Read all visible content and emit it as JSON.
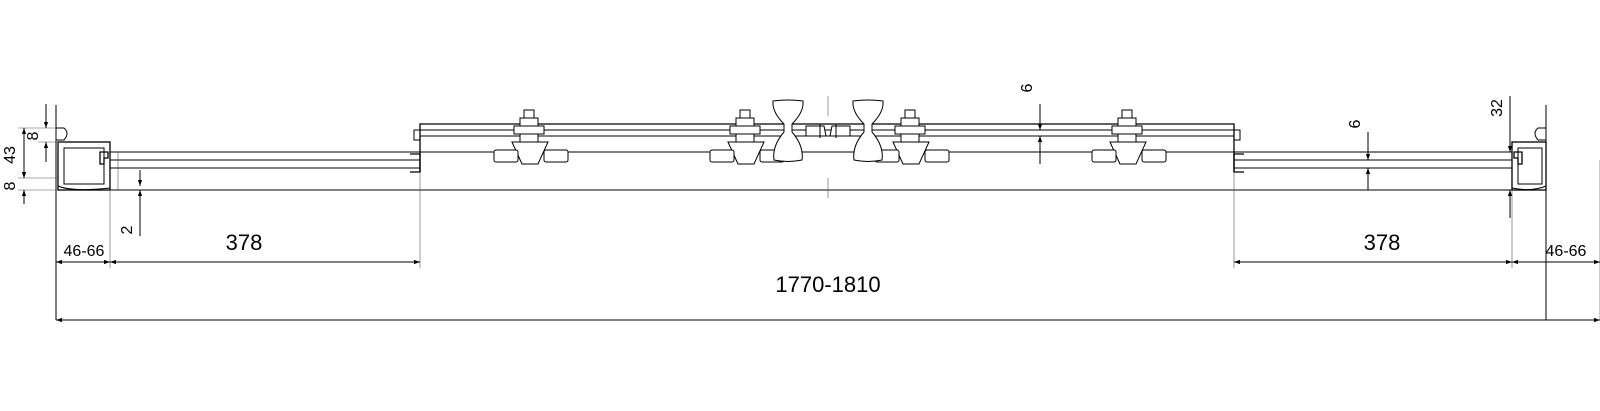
{
  "dimensions": {
    "overall": "1770-1810",
    "left_wall_adjust": "46-66",
    "right_wall_adjust": "46-66",
    "left_fixed_panel": "378",
    "right_fixed_panel": "378",
    "profile_gap_bottom": "2",
    "left_profile_height": "43",
    "left_top_offset": "8",
    "left_bottom_offset": "8",
    "center_gap": "6",
    "right_gap": "6",
    "right_profile_height": "32"
  }
}
